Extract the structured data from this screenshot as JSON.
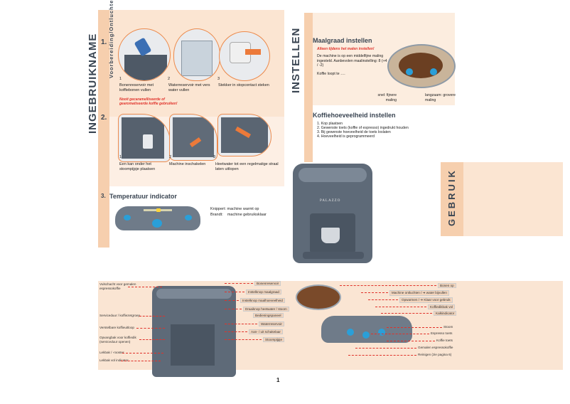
{
  "ingebruikname": {
    "title": "INGEBRUIKNAME",
    "step1": {
      "num": "1.",
      "heading": "Voorbereiding/Ontluchten",
      "items": [
        {
          "n": "1",
          "text": "Bonenreservoir met koffiebonen vullen"
        },
        {
          "n": "2",
          "text": "Waterreservoir met vers water vullen"
        },
        {
          "n": "3",
          "text": "Stekker in stopcontact steken"
        }
      ],
      "warning": "Nooit gecaramelliseerde of gearomatiseerde koffie gebruiken!"
    },
    "step2": {
      "num": "2.",
      "items": [
        {
          "n": "1",
          "text": "Een kan onder het stoompijpje plaatsen"
        },
        {
          "n": "2",
          "text": "Machine inschakelen"
        },
        {
          "n": "3",
          "text": "Heetwater tot een regelmatige straal laten uitlopen"
        }
      ]
    },
    "step3": {
      "num": "3.",
      "heading": "Temperatuur indicator",
      "lines": [
        "Knippert: machine warmt op",
        "Brandt:    machine gebruiksklaar"
      ]
    }
  },
  "instellen": {
    "title": "INSTELLEN",
    "maalgraad": {
      "heading": "Maalgraad instellen",
      "note": "Alleen tijdens het malen instellen!",
      "body": "De machine is op een middelfijne maling ingesteld. Aanbevolen maalinstelling: 8 (+4 / -2)",
      "run": "Koffie loopt te ….",
      "fine": "snel: fijnere maling",
      "coarse": "langzaam: grovere maling"
    },
    "hoeveelheid": {
      "heading": "Koffiehoeveelheid instellen",
      "steps": [
        "1. Kop plaatsen",
        "2. Gewenste toets (koffie of espresso) ingedrukt houden",
        "3. Bij gewenste hoeveelheid de toets loslaten",
        "4. Hoeveelheid is geprogrammeerd"
      ]
    }
  },
  "gebruik": {
    "title": "GEBRUIK"
  },
  "machine_brand": "PALAZZO",
  "overview": {
    "left_labels": [
      "Vulschacht voor gemalen espressokoffie",
      "Serviceduur / koffiezetgroep",
      "Verstelbare koffieuitloop",
      "Opvangbak voor koffiedik (serviceduur openen)",
      "Lekbak / -rooster",
      "Lekbak vol indicator"
    ],
    "middle_labels": [
      "Bonenreservoir",
      "Instelknop maalgraad",
      "Instelknop maalhoeveelheid",
      "Draaiknop heetwater / stoom",
      "Bedieningspaneel",
      "Waterreservoir",
      "Aan- / uit schakelaar",
      "Stoompijpje"
    ],
    "right_labels": [
      "Bonen op",
      "Machine ontluchten / ➔ water bijvullen",
      "Opwarmen / ➔ Klaar voor gebruik",
      "Koffiedikbak vol",
      "Kalkindicator",
      "Stoom",
      "Espresso toets",
      "Koffie toets",
      "Gemalen espressokoffie",
      "Reinigen (zie pagina 6)"
    ]
  },
  "page_number": "1",
  "colors": {
    "accent": "#ec8a4c",
    "peach": "#f6cfae",
    "title": "#3a4552",
    "red": "#e0322a"
  }
}
